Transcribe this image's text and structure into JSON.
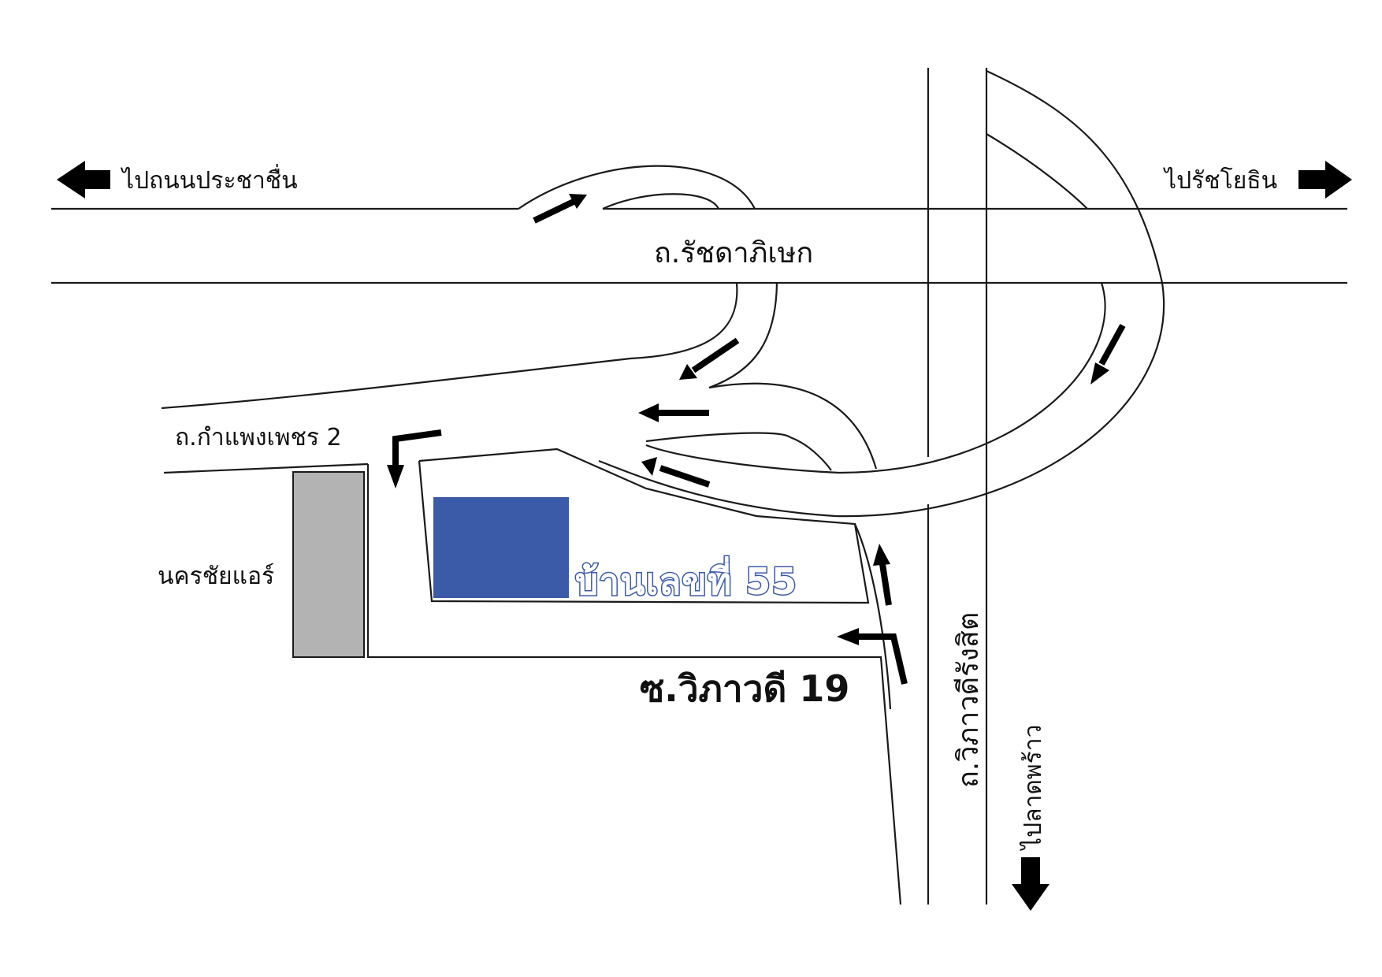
{
  "labels": {
    "to_prachachuen": "ไปถนนประชาชื่น",
    "to_ratchayothin": "ไปรัชโยธิน",
    "ratchadaphisek_road": "ถ.รัชดาภิเษก",
    "kamphaeng_phet_2_road": "ถ.กำแพงเพชร 2",
    "nakhon_chai_air": "นครชัยแอร์",
    "house_number": "บ้านเลขที่ 55",
    "soi_vibhavadi_19": "ซ.วิภาวดี 19",
    "vibhavadi_rangsit_road": "ถ.วิภาวดีรังสิต",
    "to_lat_phrao": "ไปลาดพร้าว"
  },
  "colors": {
    "house_block": "#3b5aa8",
    "house_text_outline": "#3b5aa8",
    "building_block": "#b3b3b3",
    "road_line": "#1a1a1a",
    "arrow": "#000000"
  },
  "icons": {
    "direction_left": "arrow-left-icon",
    "direction_right": "arrow-right-icon",
    "direction_down": "arrow-down-icon"
  }
}
